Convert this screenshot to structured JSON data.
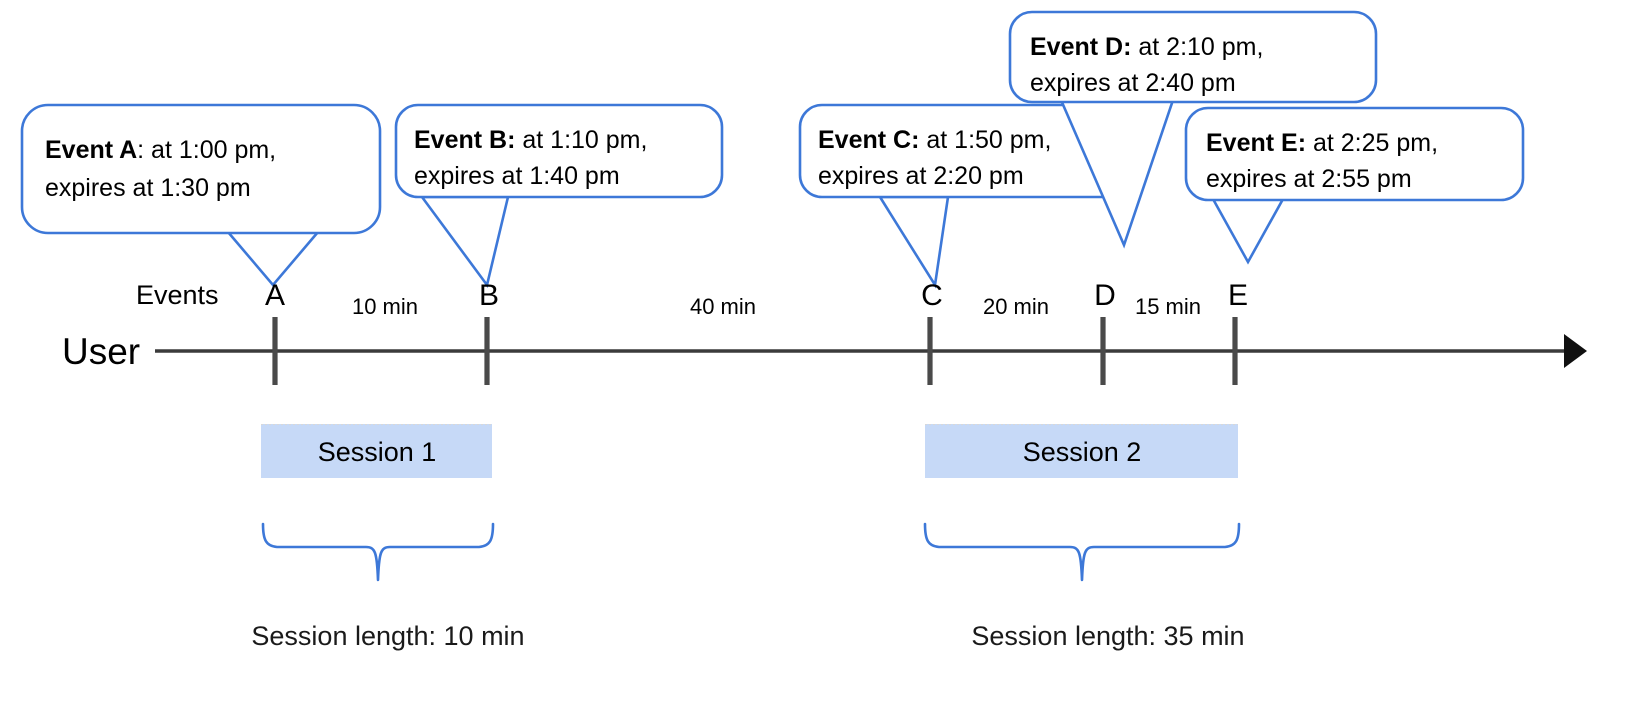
{
  "diagram": {
    "title": "User session timeline with expiring events",
    "colors": {
      "callout_stroke": "#3d78d8",
      "session_fill": "#c6d9f7",
      "axis": "#3b3b3b",
      "text": "#000000"
    },
    "axis": {
      "user_label": "User",
      "events_label": "Events"
    },
    "callouts": [
      {
        "id": "event-a",
        "lead": "Event A",
        "separator": ":",
        "line1_rest": " at 1:00 pm,",
        "line2": "expires at 1:30 pm",
        "bold_includes_colon": false,
        "event_time": "1:00 pm",
        "expiry_time": "1:30 pm"
      },
      {
        "id": "event-b",
        "lead": "Event B",
        "separator": ":",
        "line1_rest": " at 1:10 pm,",
        "line2": "expires at 1:40 pm",
        "bold_includes_colon": true,
        "event_time": "1:10 pm",
        "expiry_time": "1:40 pm"
      },
      {
        "id": "event-c",
        "lead": "Event C",
        "separator": ":",
        "line1_rest": " at 1:50 pm,",
        "line2": "expires at 2:20 pm",
        "bold_includes_colon": true,
        "event_time": "1:50 pm",
        "expiry_time": "2:20 pm"
      },
      {
        "id": "event-d",
        "lead": "Event D",
        "separator": ":",
        "line1_rest": " at 2:10 pm,",
        "line2": "expires at 2:40 pm",
        "bold_includes_colon": true,
        "event_time": "2:10 pm",
        "expiry_time": "2:40 pm"
      },
      {
        "id": "event-e",
        "lead": "Event E",
        "separator": ":",
        "line1_rest": " at 2:25 pm,",
        "line2": "expires at 2:55 pm",
        "bold_includes_colon": true,
        "event_time": "2:25 pm",
        "expiry_time": "2:55 pm"
      }
    ],
    "events": [
      {
        "letter": "A"
      },
      {
        "letter": "B"
      },
      {
        "letter": "C"
      },
      {
        "letter": "D"
      },
      {
        "letter": "E"
      }
    ],
    "gaps": [
      {
        "label": "10 min",
        "from": "A",
        "to": "B"
      },
      {
        "label": "40 min",
        "from": "B",
        "to": "C"
      },
      {
        "label": "20 min",
        "from": "C",
        "to": "D"
      },
      {
        "label": "15 min",
        "from": "D",
        "to": "E"
      }
    ],
    "sessions": [
      {
        "label": "Session 1",
        "caption": "Session length: 10 min"
      },
      {
        "label": "Session 2",
        "caption": "Session length: 35 min"
      }
    ]
  }
}
